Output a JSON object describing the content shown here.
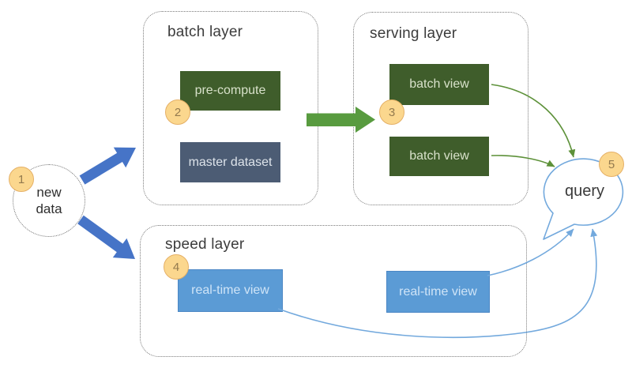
{
  "nodes": {
    "new_data": {
      "line1": "new",
      "line2": "data",
      "badge": "1"
    },
    "batch_layer": {
      "title": "batch layer",
      "badge": "2",
      "boxes": {
        "precompute": "pre-compute",
        "master_dataset": "master dataset"
      }
    },
    "serving_layer": {
      "title": "serving layer",
      "badge": "3",
      "boxes": {
        "batch_view_top": "batch view",
        "batch_view_bottom": "batch view"
      }
    },
    "speed_layer": {
      "title": "speed layer",
      "badge": "4",
      "boxes": {
        "realtime_view_left": "real-time view",
        "realtime_view_right": "real-time view"
      }
    },
    "query": {
      "label": "query",
      "badge": "5"
    }
  },
  "edges": [
    {
      "from": "new data",
      "to": "batch layer",
      "style": "thick-blue-arrow"
    },
    {
      "from": "new data",
      "to": "speed layer",
      "style": "thick-blue-arrow"
    },
    {
      "from": "batch layer / pre-compute",
      "to": "serving layer",
      "style": "block-green-arrow"
    },
    {
      "from": "batch view (top)",
      "to": "query",
      "style": "thin-green-curve"
    },
    {
      "from": "batch view (bottom)",
      "to": "query",
      "style": "thin-green-curve"
    },
    {
      "from": "real-time view (right)",
      "to": "query",
      "style": "thin-blue-curve"
    },
    {
      "from": "real-time view (left)",
      "to": "query",
      "style": "thin-blue-curve-loop"
    }
  ],
  "colors": {
    "background": "#ffffff",
    "dark_green_box": "#3f5d2b",
    "dark_green_box_text": "#d8e1ca",
    "slate_box": "#4c5c74",
    "slate_box_text": "#dde3ea",
    "blue_box": "#5b9bd5",
    "blue_box_border": "#4b87c5",
    "blue_box_text": "#cfe4f7",
    "thick_arrow_blue": "#4674c7",
    "block_arrow_green": "#589b3f",
    "curve_green": "#5d9139",
    "curve_blue": "#73a9dd",
    "bubble_outline": "#73a9dd",
    "bubble_fill": "#ffffff",
    "badge_fill": "#fbd78e",
    "badge_border": "#e5b066",
    "badge_text": "#937a4e",
    "dotted_border": "#7a7a7a",
    "title_text": "#3c3c3c"
  }
}
